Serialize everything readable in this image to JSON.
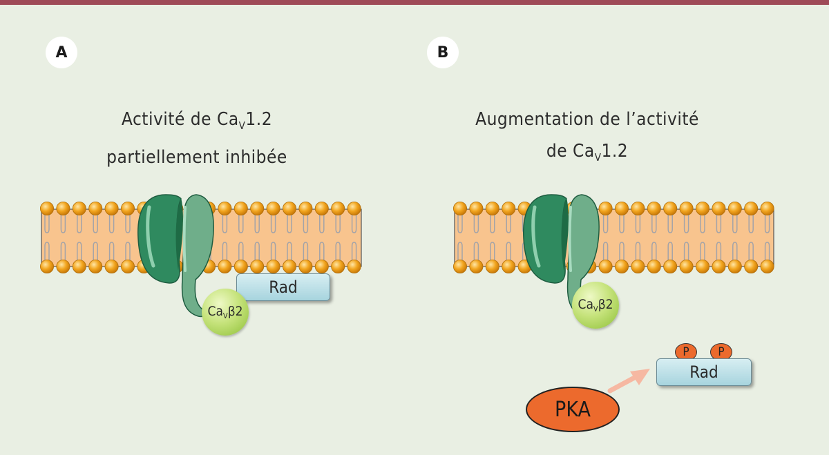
{
  "panels": [
    {
      "letter": "A",
      "title_line1_pre": "Activité de Ca",
      "title_sub": "V",
      "title_line1_post": "1.2",
      "title_line2": "partiellement inhibée",
      "rad_label": "Rad",
      "beta_pre": "Ca",
      "beta_sub": "V",
      "beta_post": "β2"
    },
    {
      "letter": "B",
      "title_line1": "Augmentation de l’activité",
      "title_line2_pre": "de Ca",
      "title_sub": "V",
      "title_line2_post": "1.2",
      "rad_label": "Rad",
      "phospho_label": "P",
      "pka_label": "PKA",
      "beta_pre": "Ca",
      "beta_sub": "V",
      "beta_post": "β2"
    }
  ],
  "colors": {
    "background": "#e9efe3",
    "top_bar": "#9e4a57",
    "lipid_head": "#f0a020",
    "membrane_fill": "#f8c48e",
    "channel_green": "#2e8a5e",
    "pka_orange": "#ec6a2d",
    "arrow_pink": "#f6b8a2"
  }
}
